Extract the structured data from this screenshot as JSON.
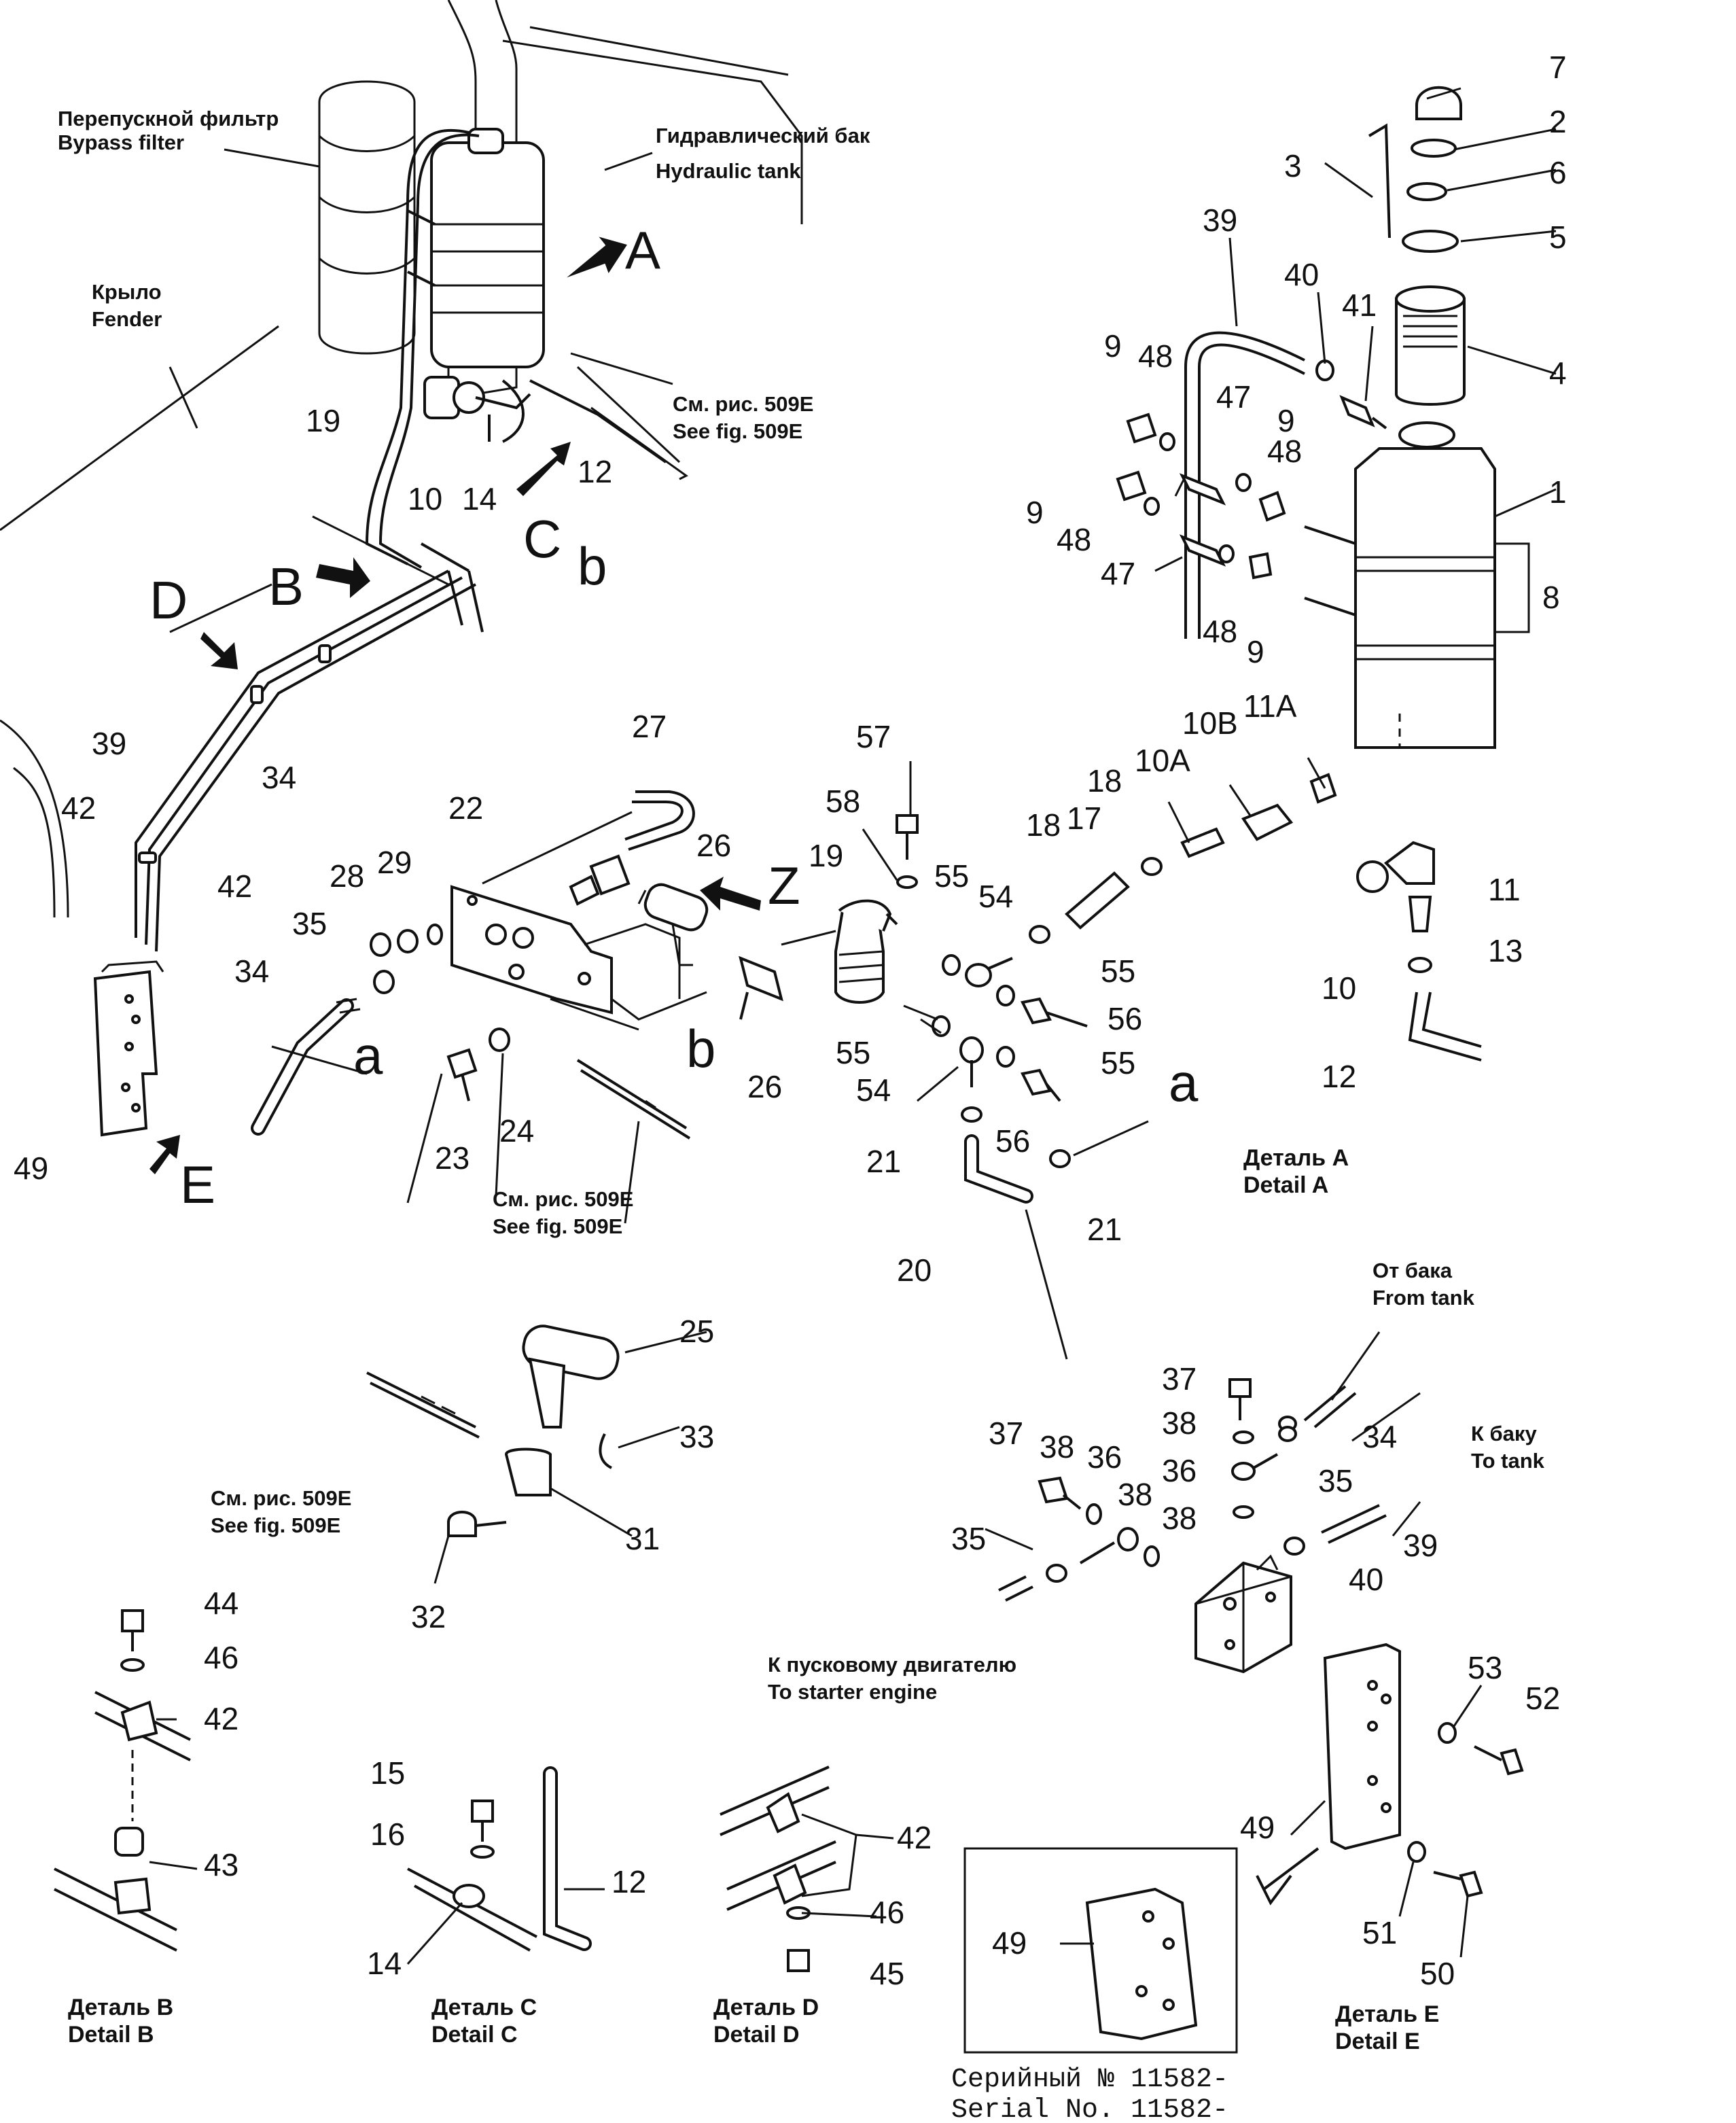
{
  "labels": {
    "bypass_ru": "Перепускной фильтр",
    "bypass_en": "Bypass filter",
    "tank_ru": "Гидравлический бак",
    "tank_en": "Hydraulic tank",
    "fender_ru": "Крыло",
    "fender_en": "Fender",
    "see_ru": "См. рис. 509E",
    "see_en": "See fig. 509E",
    "from_tank_ru": "От бака",
    "from_tank_en": "From tank",
    "to_tank_ru": "К баку",
    "to_tank_en": "To tank",
    "starter_ru": "К пусковому двигателю",
    "starter_en": "To starter engine"
  },
  "details": {
    "a_ru": "Деталь A",
    "a_en": "Detail A",
    "b_ru": "Деталь B",
    "b_en": "Detail B",
    "c_ru": "Деталь C",
    "c_en": "Detail C",
    "d_ru": "Деталь D",
    "d_en": "Detail D",
    "e_ru": "Деталь E",
    "e_en": "Detail E"
  },
  "serial": {
    "ru": "Серийный № 11582-",
    "en": "Serial No. 11582-"
  },
  "view_letters": {
    "A": "A",
    "B": "B",
    "C": "C",
    "D": "D",
    "E": "E",
    "Z": "Z",
    "a": "a",
    "b": "b"
  },
  "callouts": [
    "7",
    "2",
    "3",
    "6",
    "5",
    "4",
    "1",
    "8",
    "39",
    "40",
    "41",
    "9",
    "48",
    "47",
    "9",
    "48",
    "9",
    "48",
    "47",
    "48",
    "9",
    "19",
    "10",
    "14",
    "12",
    "39",
    "34",
    "42",
    "42",
    "49",
    "27",
    "22",
    "26",
    "29",
    "28",
    "35",
    "34",
    "23",
    "24",
    "26",
    "57",
    "58",
    "19",
    "55",
    "54",
    "18",
    "17",
    "18",
    "10A",
    "10B",
    "11A",
    "55",
    "56",
    "55",
    "54",
    "55",
    "56",
    "21",
    "21",
    "20",
    "10",
    "11",
    "13",
    "12",
    "25",
    "33",
    "31",
    "32",
    "37",
    "38",
    "34",
    "36",
    "35",
    "37",
    "38",
    "36",
    "38",
    "38",
    "39",
    "35",
    "40",
    "53",
    "52",
    "49",
    "51",
    "50",
    "44",
    "46",
    "42",
    "43",
    "15",
    "16",
    "12",
    "14",
    "42",
    "46",
    "45",
    "49"
  ]
}
